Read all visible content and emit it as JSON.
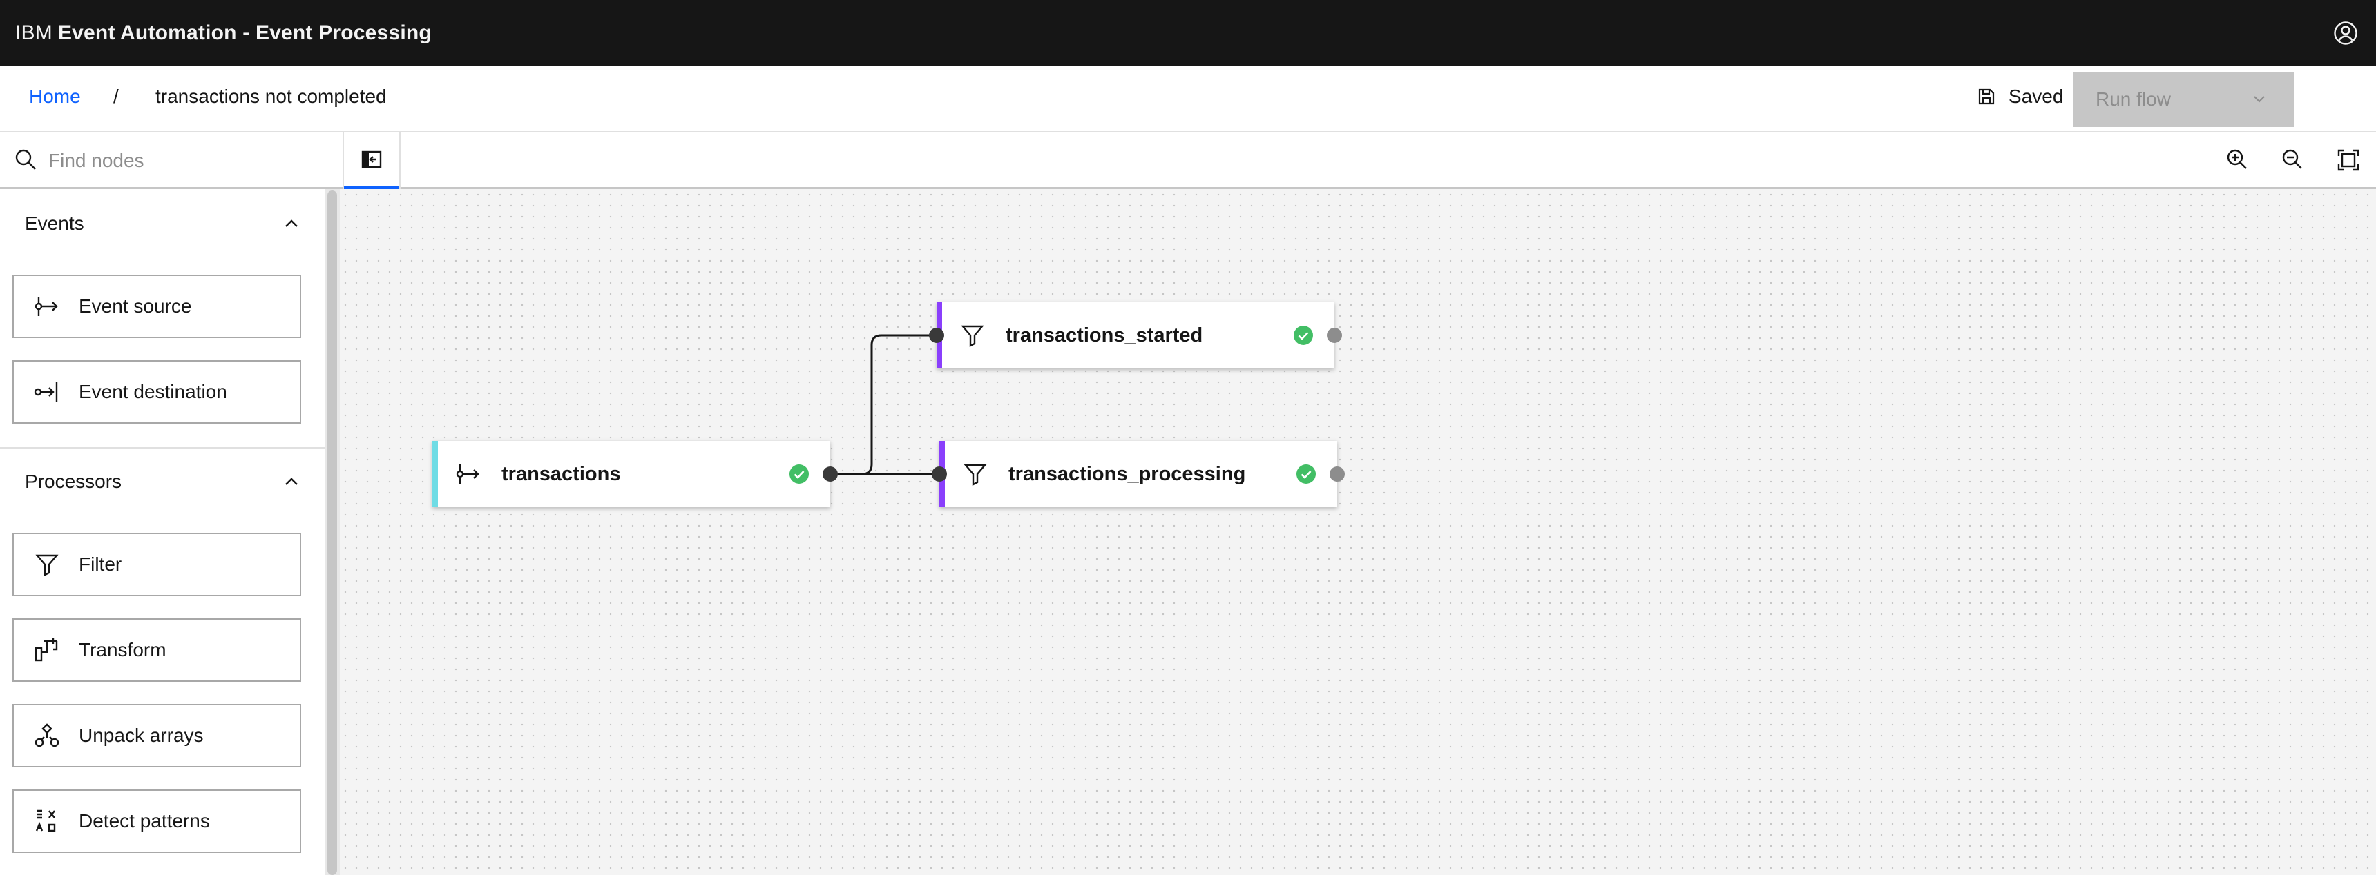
{
  "header": {
    "brand_prefix": "IBM",
    "brand_product": "Event Automation - Event Processing",
    "user_icon": "user-avatar-icon"
  },
  "breadcrumb": {
    "home": "Home",
    "separator": "/",
    "current": "transactions not completed"
  },
  "actions": {
    "saved_label": "Saved",
    "run_label": "Run flow"
  },
  "toolbar": {
    "search_placeholder": "Find nodes"
  },
  "palette": {
    "sections": [
      {
        "title": "Events",
        "items": [
          "Event source",
          "Event destination"
        ]
      },
      {
        "title": "Processors",
        "items": [
          "Filter",
          "Transform",
          "Unpack arrays",
          "Detect patterns"
        ]
      }
    ]
  },
  "canvas": {
    "nodes": [
      {
        "label": "transactions",
        "kind": "event-source",
        "status": "valid"
      },
      {
        "label": "transactions_started",
        "kind": "filter",
        "status": "valid"
      },
      {
        "label": "transactions_processing",
        "kind": "filter",
        "status": "valid"
      }
    ]
  },
  "colors": {
    "source_accent": "#6fdce5",
    "filter_accent": "#8a3ffc",
    "ok_green": "#42be65",
    "link": "#0f62fe",
    "header_bg": "#161616"
  }
}
